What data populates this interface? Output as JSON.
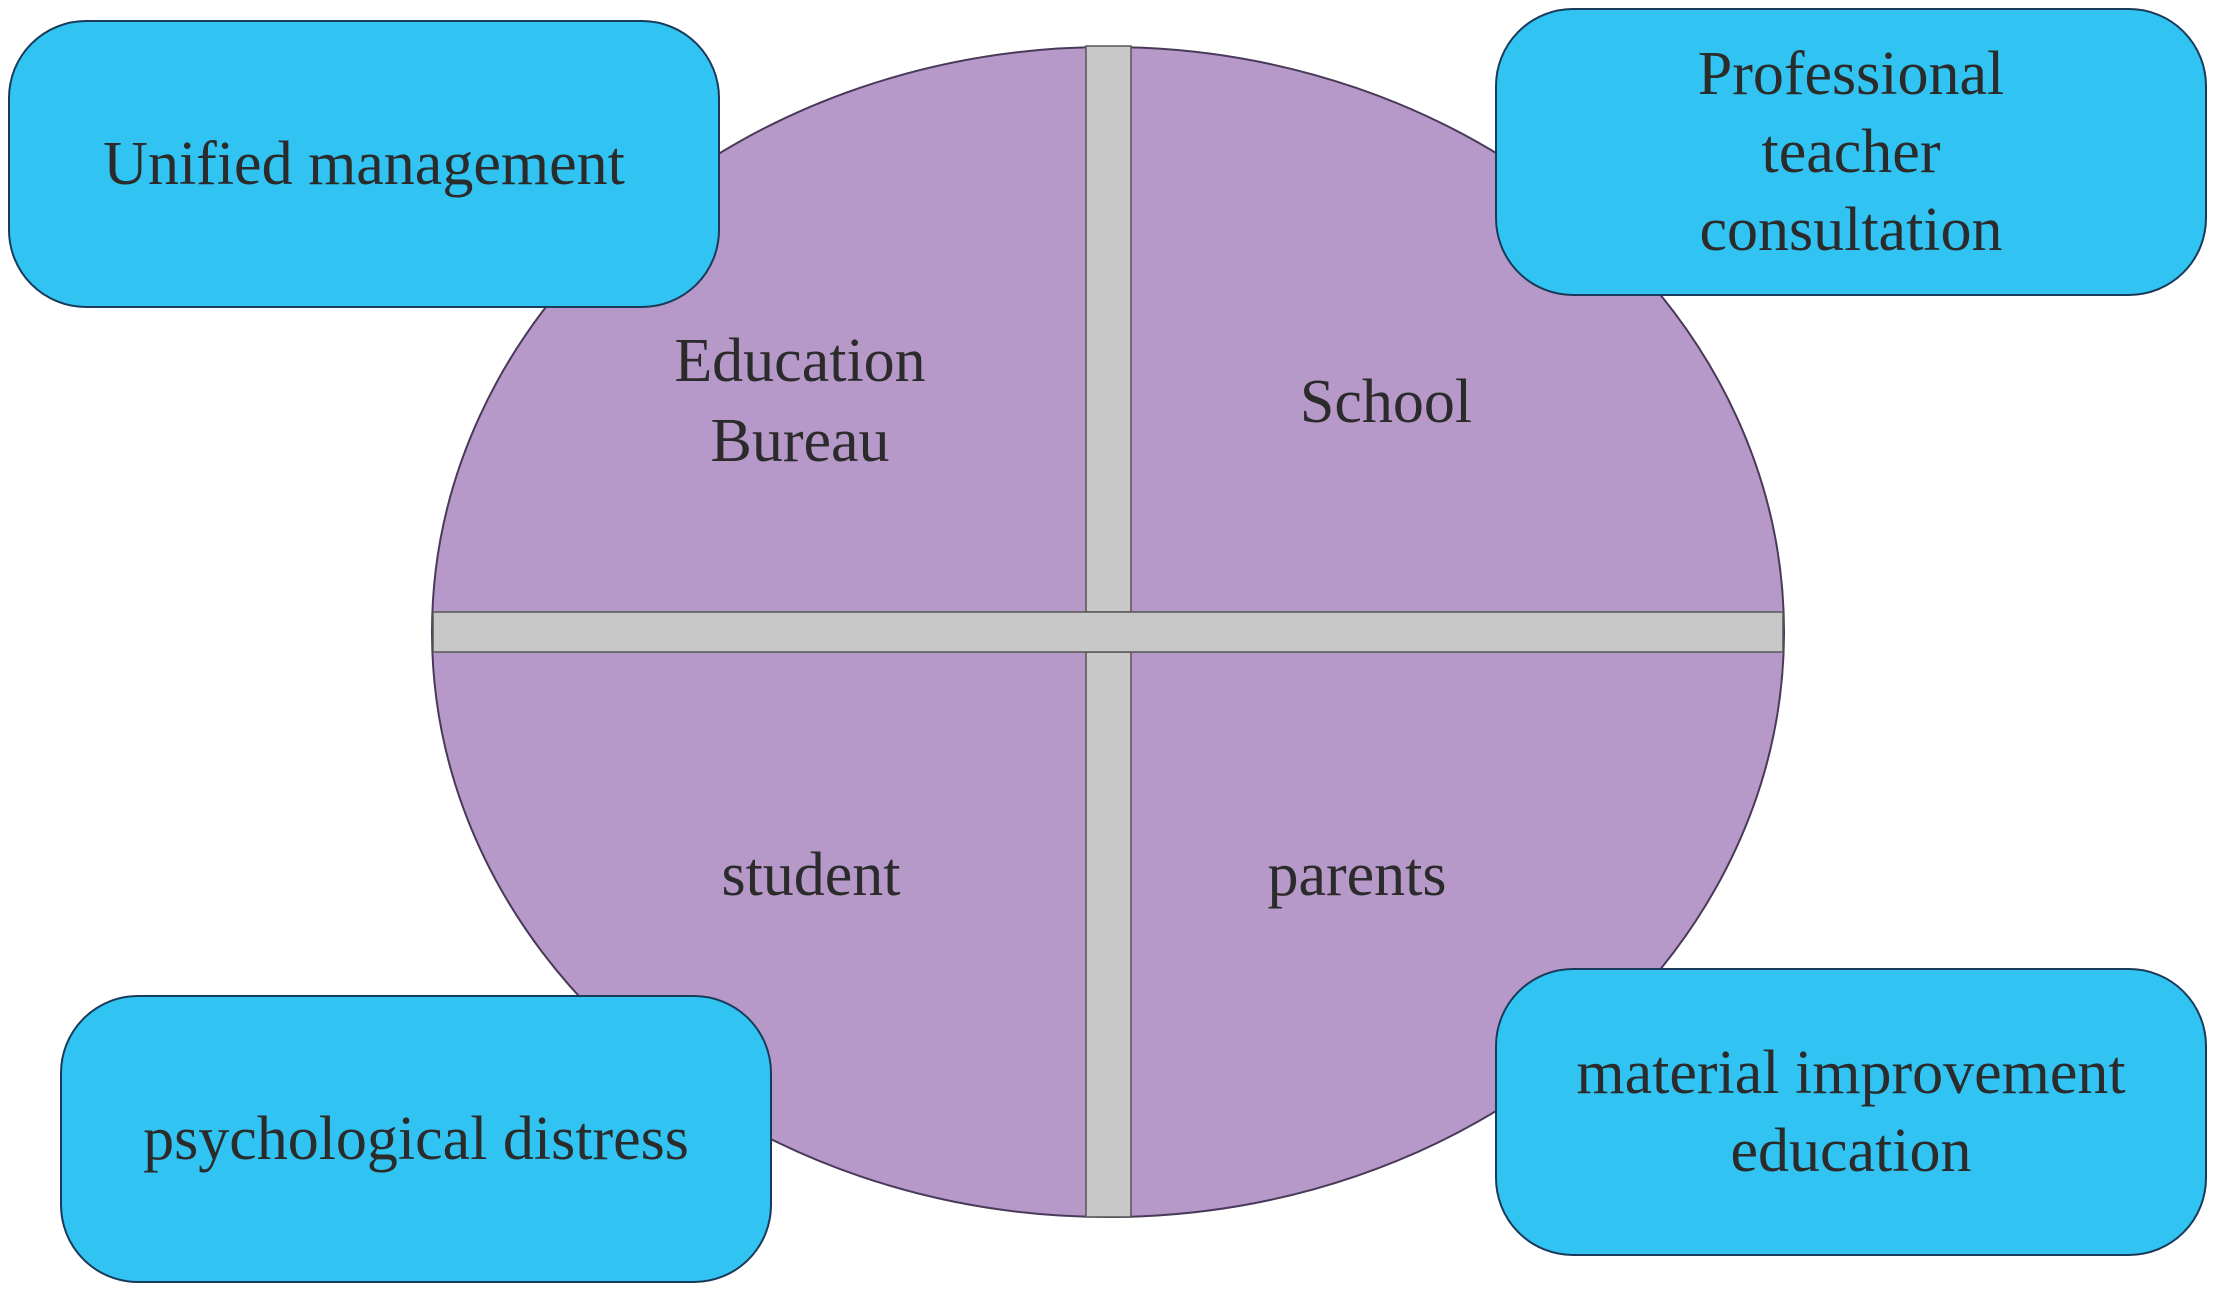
{
  "colors": {
    "circle_fill": "#b699c8",
    "circle_stroke": "#4a3a5a",
    "divider_fill": "#c8c8c8",
    "callout_fill": "#31c4f3",
    "text": "#2b2b2b"
  },
  "quadrants": {
    "top_left": "Education\nBureau",
    "top_right": "School",
    "bottom_left": "student",
    "bottom_right": "parents"
  },
  "callouts": {
    "top_left": "Unified management",
    "top_right": "Professional\nteacher\nconsultation",
    "bottom_left": "psychological distress",
    "bottom_right": "material improvement\neducation"
  }
}
